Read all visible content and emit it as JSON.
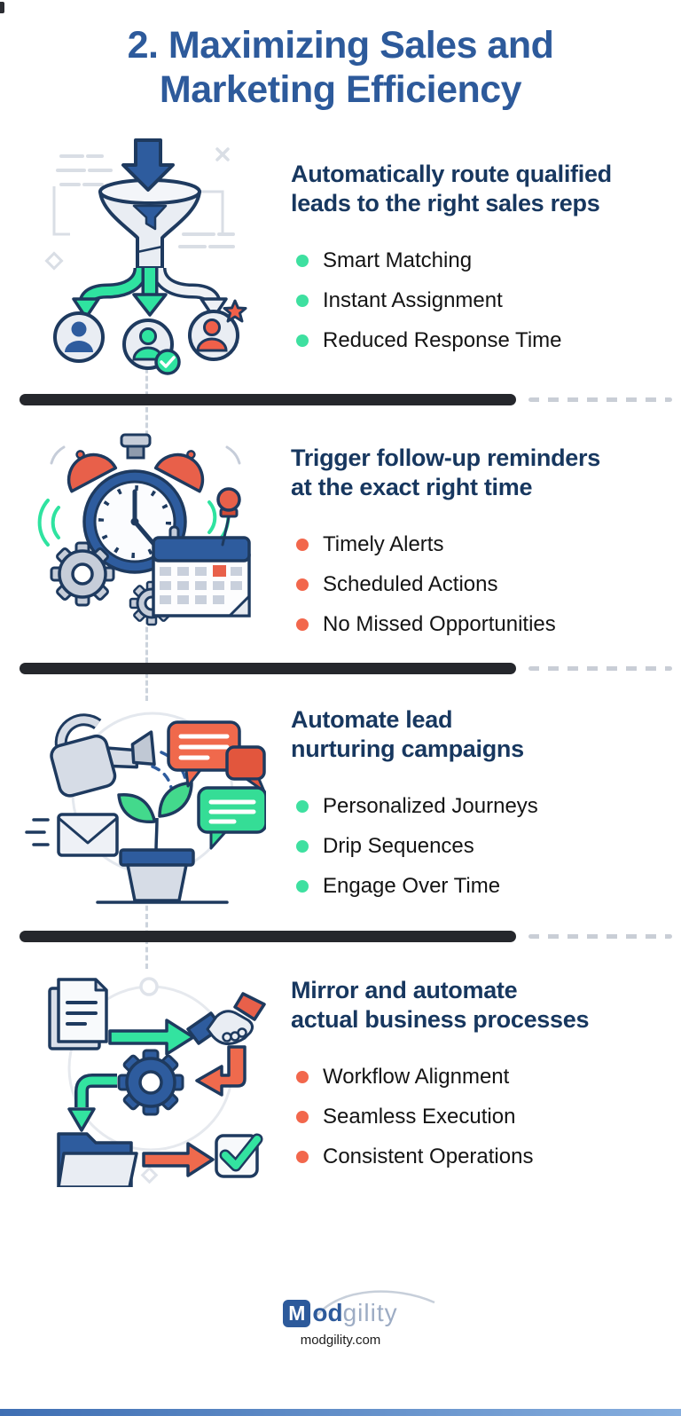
{
  "page": {
    "title": "2. Maximizing Sales and\nMarketing Efficiency"
  },
  "sections": [
    {
      "illustration": "lead-routing-funnel",
      "heading": "Automatically route qualified\nleads to the right sales reps",
      "bullet_color": "#3ee0a0",
      "bullets": [
        "Smart Matching",
        "Instant Assignment",
        "Reduced Response Time"
      ]
    },
    {
      "illustration": "alarm-clock-calendar",
      "heading": "Trigger follow-up reminders\nat the exact right time",
      "bullet_color": "#f2674c",
      "bullets": [
        "Timely Alerts",
        "Scheduled Actions",
        "No Missed Opportunities"
      ]
    },
    {
      "illustration": "watering-plant-nurturing",
      "heading": "Automate lead\nnurturing campaigns",
      "bullet_color": "#3ee0a0",
      "bullets": [
        "Personalized Journeys",
        "Drip Sequences",
        "Engage Over Time"
      ]
    },
    {
      "illustration": "workflow-automation",
      "heading": "Mirror and automate\nactual business processes",
      "bullet_color": "#f2674c",
      "bullets": [
        "Workflow Alignment",
        "Seamless Execution",
        "Consistent Operations"
      ]
    }
  ],
  "footer": {
    "brand_m": "M",
    "brand_od": "od",
    "brand_rest": "gility",
    "website": "modgility.com"
  },
  "colors": {
    "title_blue": "#2d5a9b",
    "heading_navy": "#17375f",
    "body_text": "#141414",
    "accent_green": "#3ee0a0",
    "accent_orange": "#f2674c",
    "illustration_blue": "#2e5c9e",
    "outline_navy": "#1e3a5f",
    "divider_black": "#25272c",
    "brand_blue": "#2d5a9b",
    "brand_gray": "#9dacc4"
  }
}
